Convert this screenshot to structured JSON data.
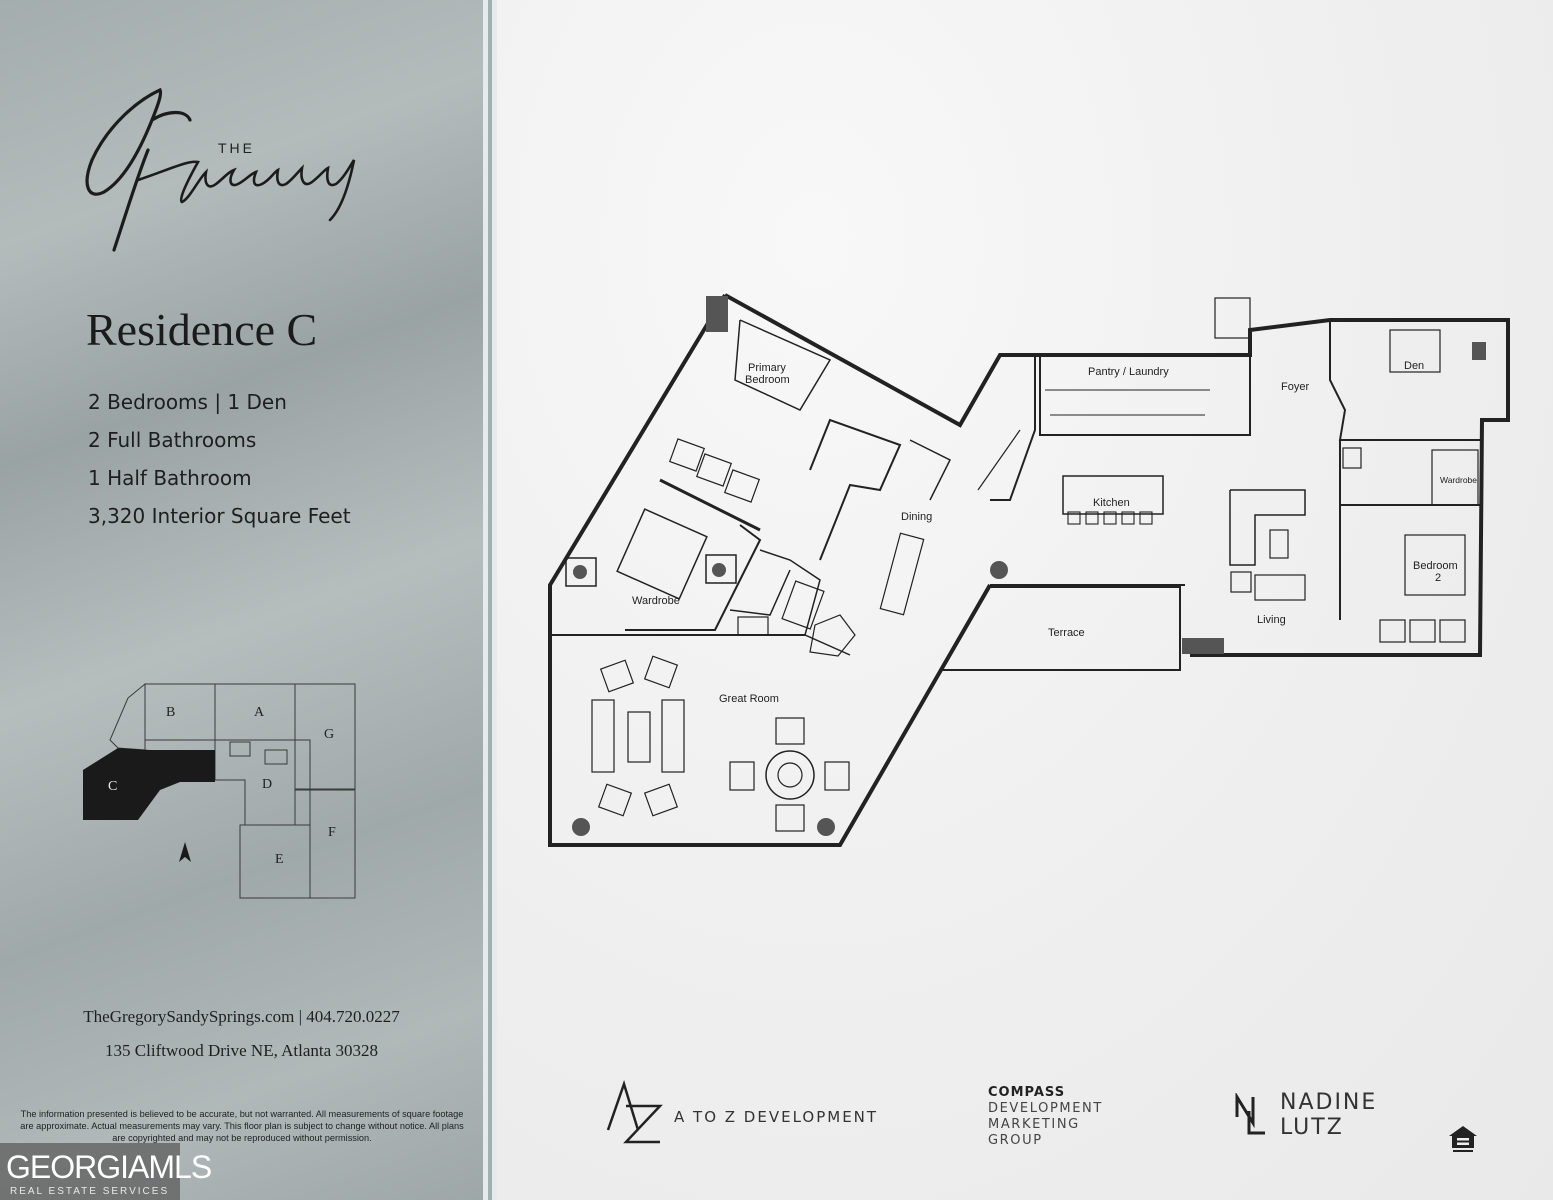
{
  "brand": {
    "logo_small": "THE",
    "logo_script": "Gregory"
  },
  "residence": {
    "title": "Residence C",
    "specs": [
      "2 Bedrooms | 1 Den",
      "2 Full Bathrooms",
      "1 Half Bathroom",
      "3,320 Interior Square Feet"
    ]
  },
  "keyplan": {
    "units": [
      "A",
      "B",
      "C",
      "D",
      "E",
      "F",
      "G"
    ],
    "highlighted": "C",
    "north_icon": "north-arrow-icon"
  },
  "contact": {
    "web_phone": "TheGregorySandySprings.com | 404.720.0227",
    "address": "135 Cliftwood Drive NE, Atlanta 30328"
  },
  "disclaimer": "The information presented is believed to be accurate, but not warranted. All measurements of square footage are approximate. Actual measurements may vary. This floor plan is subject to change without notice. All plans are copyrighted and may not be reproduced without permission.",
  "watermark": {
    "main": "GEORGIAMLS",
    "sub": "REAL ESTATE SERVICES"
  },
  "floorplan": {
    "rooms": {
      "primary_bedroom_1": "Primary",
      "primary_bedroom_2": "Bedroom",
      "wardrobe": "Wardrobe",
      "dining": "Dining",
      "great_room": "Great Room",
      "pantry": "Pantry / Laundry",
      "kitchen": "Kitchen",
      "foyer": "Foyer",
      "den": "Den",
      "wardrobe2": "Wardrobe",
      "bedroom2_1": "Bedroom",
      "bedroom2_2": "2",
      "living": "Living",
      "terrace": "Terrace"
    }
  },
  "partners": {
    "az_text": "A TO Z DEVELOPMENT",
    "compass_1": "COMPASS",
    "compass_2": "DEVELOPMENT",
    "compass_3": "MARKETING",
    "compass_4": "GROUP",
    "nadine_1": "NADINE",
    "nadine_2": "LUTZ",
    "equal_housing_icon": "equal-housing-icon"
  },
  "colors": {
    "panel": "#a9b1b2",
    "wall": "#222222",
    "divider": "#9fb1b0"
  }
}
